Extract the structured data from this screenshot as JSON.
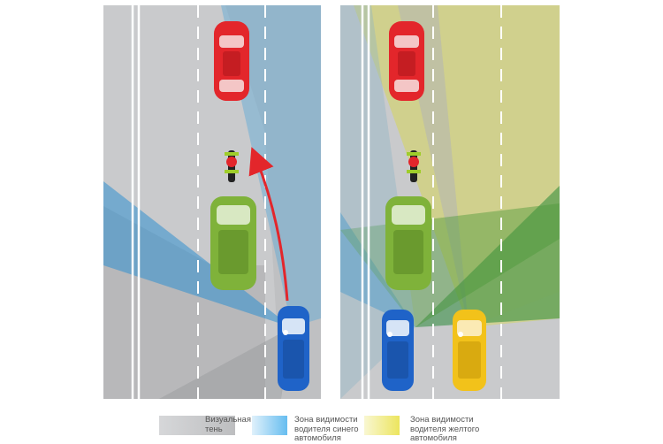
{
  "colors": {
    "road": "#c9cacc",
    "shadow": "#9fa0a2",
    "blue_zone": "#5aa9d6",
    "yellow_zone": "#e4df70",
    "red_car": "#e3262b",
    "green_car": "#7fb23a",
    "blue_car": "#1f63c8",
    "yellow_car": "#f2c21a",
    "arrow": "#e3262b"
  },
  "legend": [
    {
      "label": "Визуальная\nтень",
      "swatch": "shadow"
    },
    {
      "label": "Зона видимости\nводителя синего\nавтомобиля",
      "swatch": "blue"
    },
    {
      "label": "Зона видимости\nводителя желтого\nавтомобиля",
      "swatch": "yellow"
    }
  ]
}
